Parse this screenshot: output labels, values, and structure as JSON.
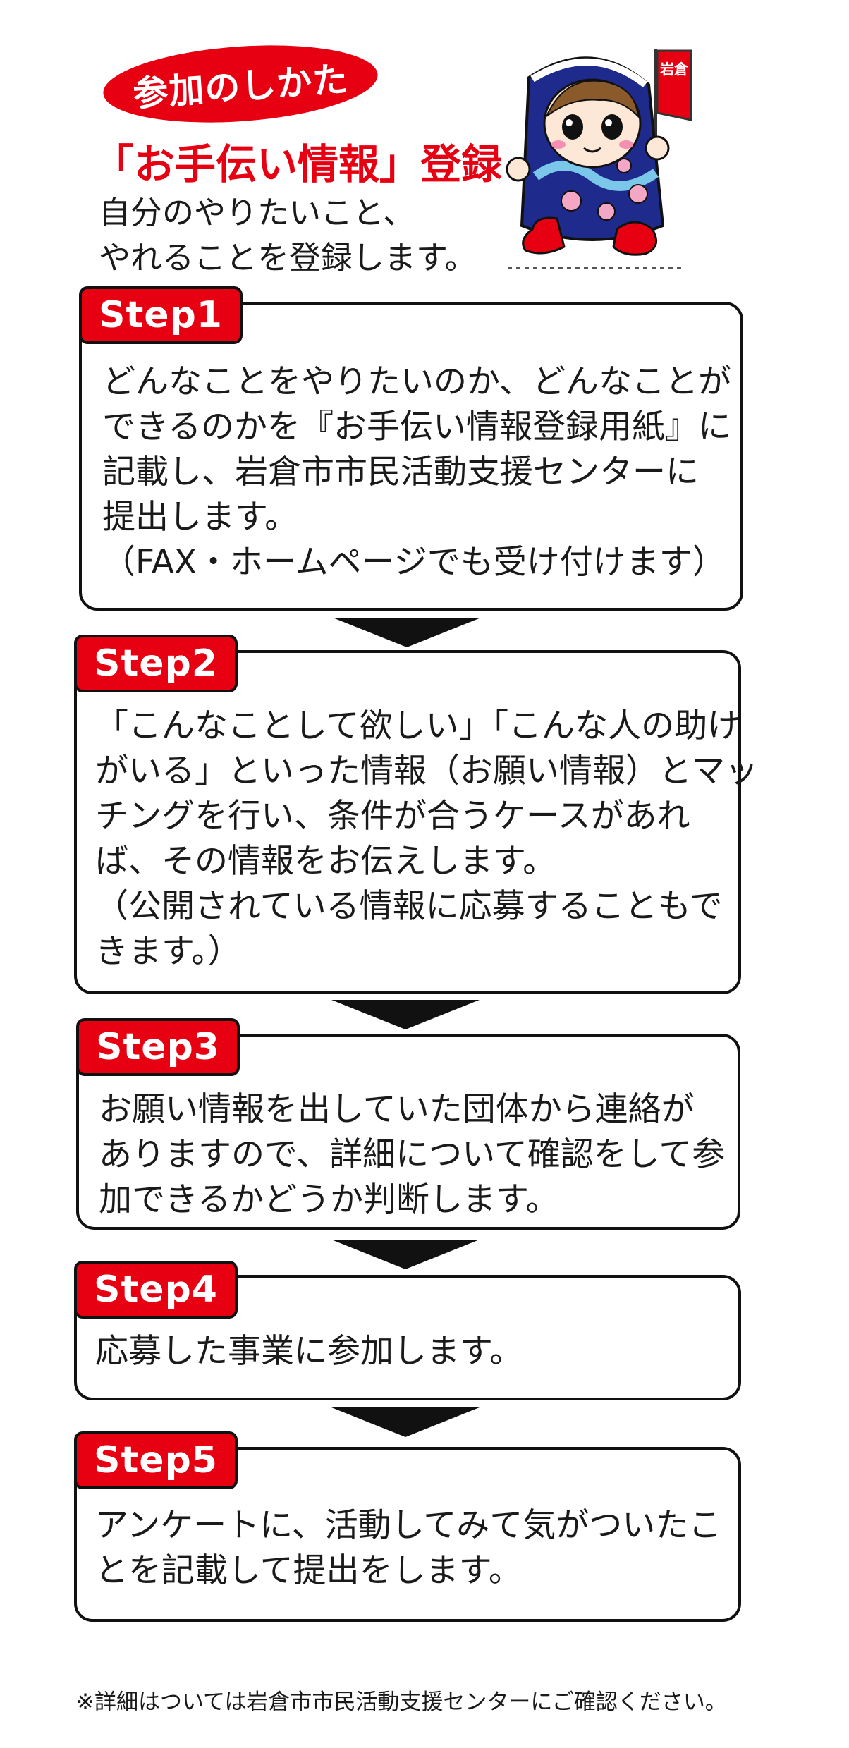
{
  "header": {
    "badge": "参加のしかた",
    "subtitle": "「お手伝い情報」登録",
    "intro_lines": [
      "自分のやりたいこと、",
      "やれることを登録します。"
    ]
  },
  "mascot": {
    "flag_text": "岩倉"
  },
  "steps": [
    {
      "label": "Step1",
      "lines": [
        "どんなことをやりたいのか、どんなことが",
        "できるのかを『お手伝い情報登録用紙』に",
        "記載し、岩倉市市民活動支援センターに",
        "提出します。",
        "（FAX・ホームページでも受け付けます）"
      ]
    },
    {
      "label": "Step2",
      "lines": [
        "「こんなことして欲しい」「こんな人の助け",
        "がいる」といった情報（お願い情報）とマッ",
        "チングを行い、条件が合うケースがあれ",
        "ば、その情報をお伝えします。",
        "（公開されている情報に応募することもで",
        "きます。）"
      ]
    },
    {
      "label": "Step3",
      "lines": [
        "お願い情報を出していた団体から連絡が",
        "ありますので、詳細について確認をして参",
        "加できるかどうか判断します。"
      ]
    },
    {
      "label": "Step4",
      "lines": [
        "応募した事業に参加します。"
      ]
    },
    {
      "label": "Step5",
      "lines": [
        "アンケートに、活動してみて気がついたこ",
        "とを記載して提出をします。"
      ]
    }
  ],
  "footnote": "※詳細はついては岩倉市市民活動支援センターにご確認ください。",
  "colors": {
    "accent_red": "#e60012",
    "border": "#111111",
    "mascot_blue": "#1e2a8c"
  }
}
